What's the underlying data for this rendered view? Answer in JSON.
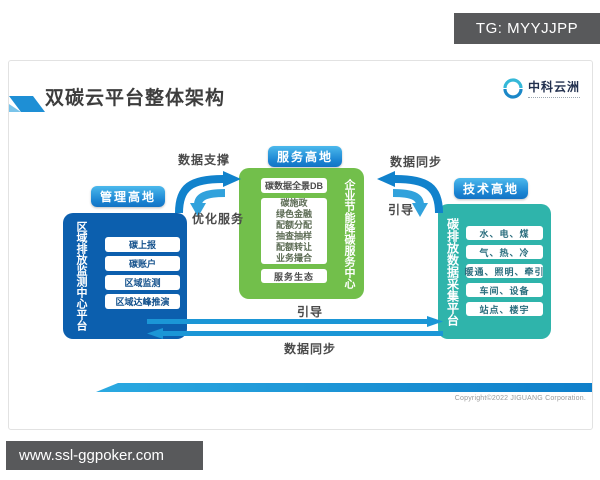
{
  "overlay": {
    "tg_badge": "TG: MYYJJPP",
    "watermark": "www.ssl-ggpoker.com"
  },
  "slide": {
    "title": "双碳云平台整体架构",
    "logo_text": "中科云洲",
    "copyright": "Copyright©2022 JIGUANG Corporation.",
    "diagram": {
      "left": {
        "label": "管理高地",
        "platform": "区域排放监测中心平台",
        "items": [
          "碳上报",
          "碳账户",
          "区域监测",
          "区域达峰推演"
        ]
      },
      "center": {
        "label": "服务高地",
        "platform": "企业节能降碳服务中心",
        "db": "碳数据全景DB",
        "services": [
          "碳施政",
          "绿色金融",
          "配额分配",
          "抽查抽样",
          "配额转让",
          "业务撮合"
        ],
        "footer": "服务生态"
      },
      "right": {
        "label": "技术高地",
        "platform": "碳排放数据采集平台",
        "items": [
          "水、电、煤",
          "气、热、冷",
          "暖通、照明、牵引",
          "车间、设备",
          "站点、楼宇"
        ]
      },
      "arrows": {
        "left_top": "数据支撑",
        "left_bottom": "优化服务",
        "right_top": "数据同步",
        "right_bottom": "引导",
        "bottom_forward": "引导",
        "bottom_back": "数据同步"
      }
    },
    "colors": {
      "accent_blue": "#1287cf",
      "deep_blue": "#0c5fae",
      "green": "#72bf4b",
      "teal": "#2fb4ab",
      "badge_gray": "#58595b"
    }
  }
}
